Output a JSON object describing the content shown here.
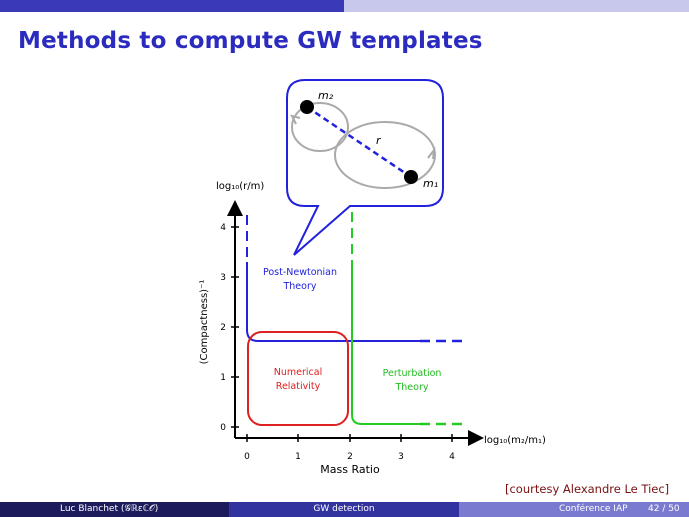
{
  "slide": {
    "title": "Methods to compute GW templates",
    "courtesy": "[courtesy Alexandre Le Tiec]"
  },
  "diagram": {
    "y_axis_top": "log₁₀(r/m)",
    "y_axis_side": "(Compactness)⁻¹",
    "x_axis_right": "log₁₀(m₂/m₁)",
    "x_axis_bottom": "Mass Ratio",
    "y_ticks": [
      "0",
      "1",
      "2",
      "3",
      "4"
    ],
    "x_ticks": [
      "0",
      "1",
      "2",
      "3",
      "4"
    ],
    "regions": {
      "post_newtonian": [
        "Post-Newtonian",
        "Theory"
      ],
      "numerical": [
        "Numerical",
        "Relativity"
      ],
      "perturbation": [
        "Perturbation",
        "Theory"
      ]
    },
    "inset": {
      "m2": "m₂",
      "m1": "m₁",
      "r": "r"
    },
    "colors": {
      "post_newtonian": "#2222dd",
      "numerical": "#dd2020",
      "perturbation": "#22cc22"
    }
  },
  "footer": {
    "author": "Luc Blanchet (𝒢ℝεℂ𝒪)",
    "topic": "GW detection",
    "conference": "Conférence IAP",
    "page": "42 / 50"
  }
}
